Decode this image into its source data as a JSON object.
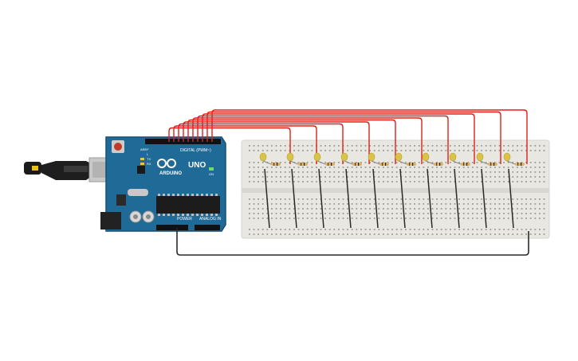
{
  "board": {
    "brand": "ARDUINO",
    "model": "UNO",
    "digital_label": "DIGITAL (PWM~)",
    "power_label": "POWER",
    "analog_label": "ANALOG IN",
    "tx_label": "TX",
    "rx_label": "RX",
    "l_label": "L",
    "on_label": "ON",
    "aref_label": "AREF"
  },
  "colors": {
    "board": "#1f6a96",
    "board_edge": "#174f72",
    "breadboard": "#e8e7e2",
    "wire_signal": "#e0201a",
    "wire_ground": "#2a2a2a",
    "led": "#d9c44a",
    "resistor": "#d9b36a",
    "usb": "#c9c9c9",
    "cable": "#1e1e1e"
  },
  "circuit": {
    "led_count": 10,
    "resistor_count": 10
  }
}
